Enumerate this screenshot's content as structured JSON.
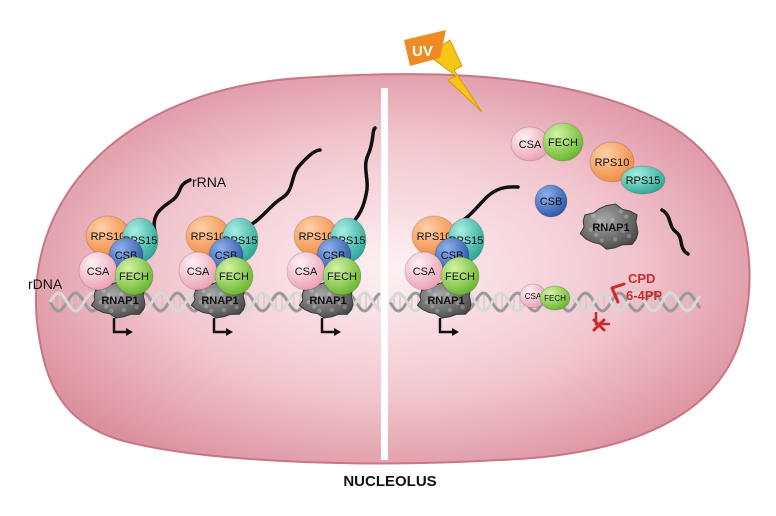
{
  "title": "NUCLEOLUS",
  "uv_label": "UV",
  "rrna_label": "rRNA",
  "rdna_label": "rDNA",
  "proteins": {
    "rps10": "RPS10",
    "rps15": "RPS15",
    "csb": "CSB",
    "csa": "CSA",
    "fech": "FECH",
    "rnap1": "RNAP1"
  },
  "lesions": {
    "cpd": "CPD",
    "pp64": "6-4PP"
  },
  "colors": {
    "nucleolus_fill": "#e8a4b0",
    "nucleolus_edge": "#c9707f",
    "rps10": "#f7a262",
    "rps15": "#5cc4b6",
    "csb": "#3f6fc4",
    "csa": "#f4b6c4",
    "fech": "#8ccf4a",
    "rnap1": "#6b6b6b",
    "uv_bolt": "#f5c518",
    "lesion": "#cc2a2a"
  }
}
